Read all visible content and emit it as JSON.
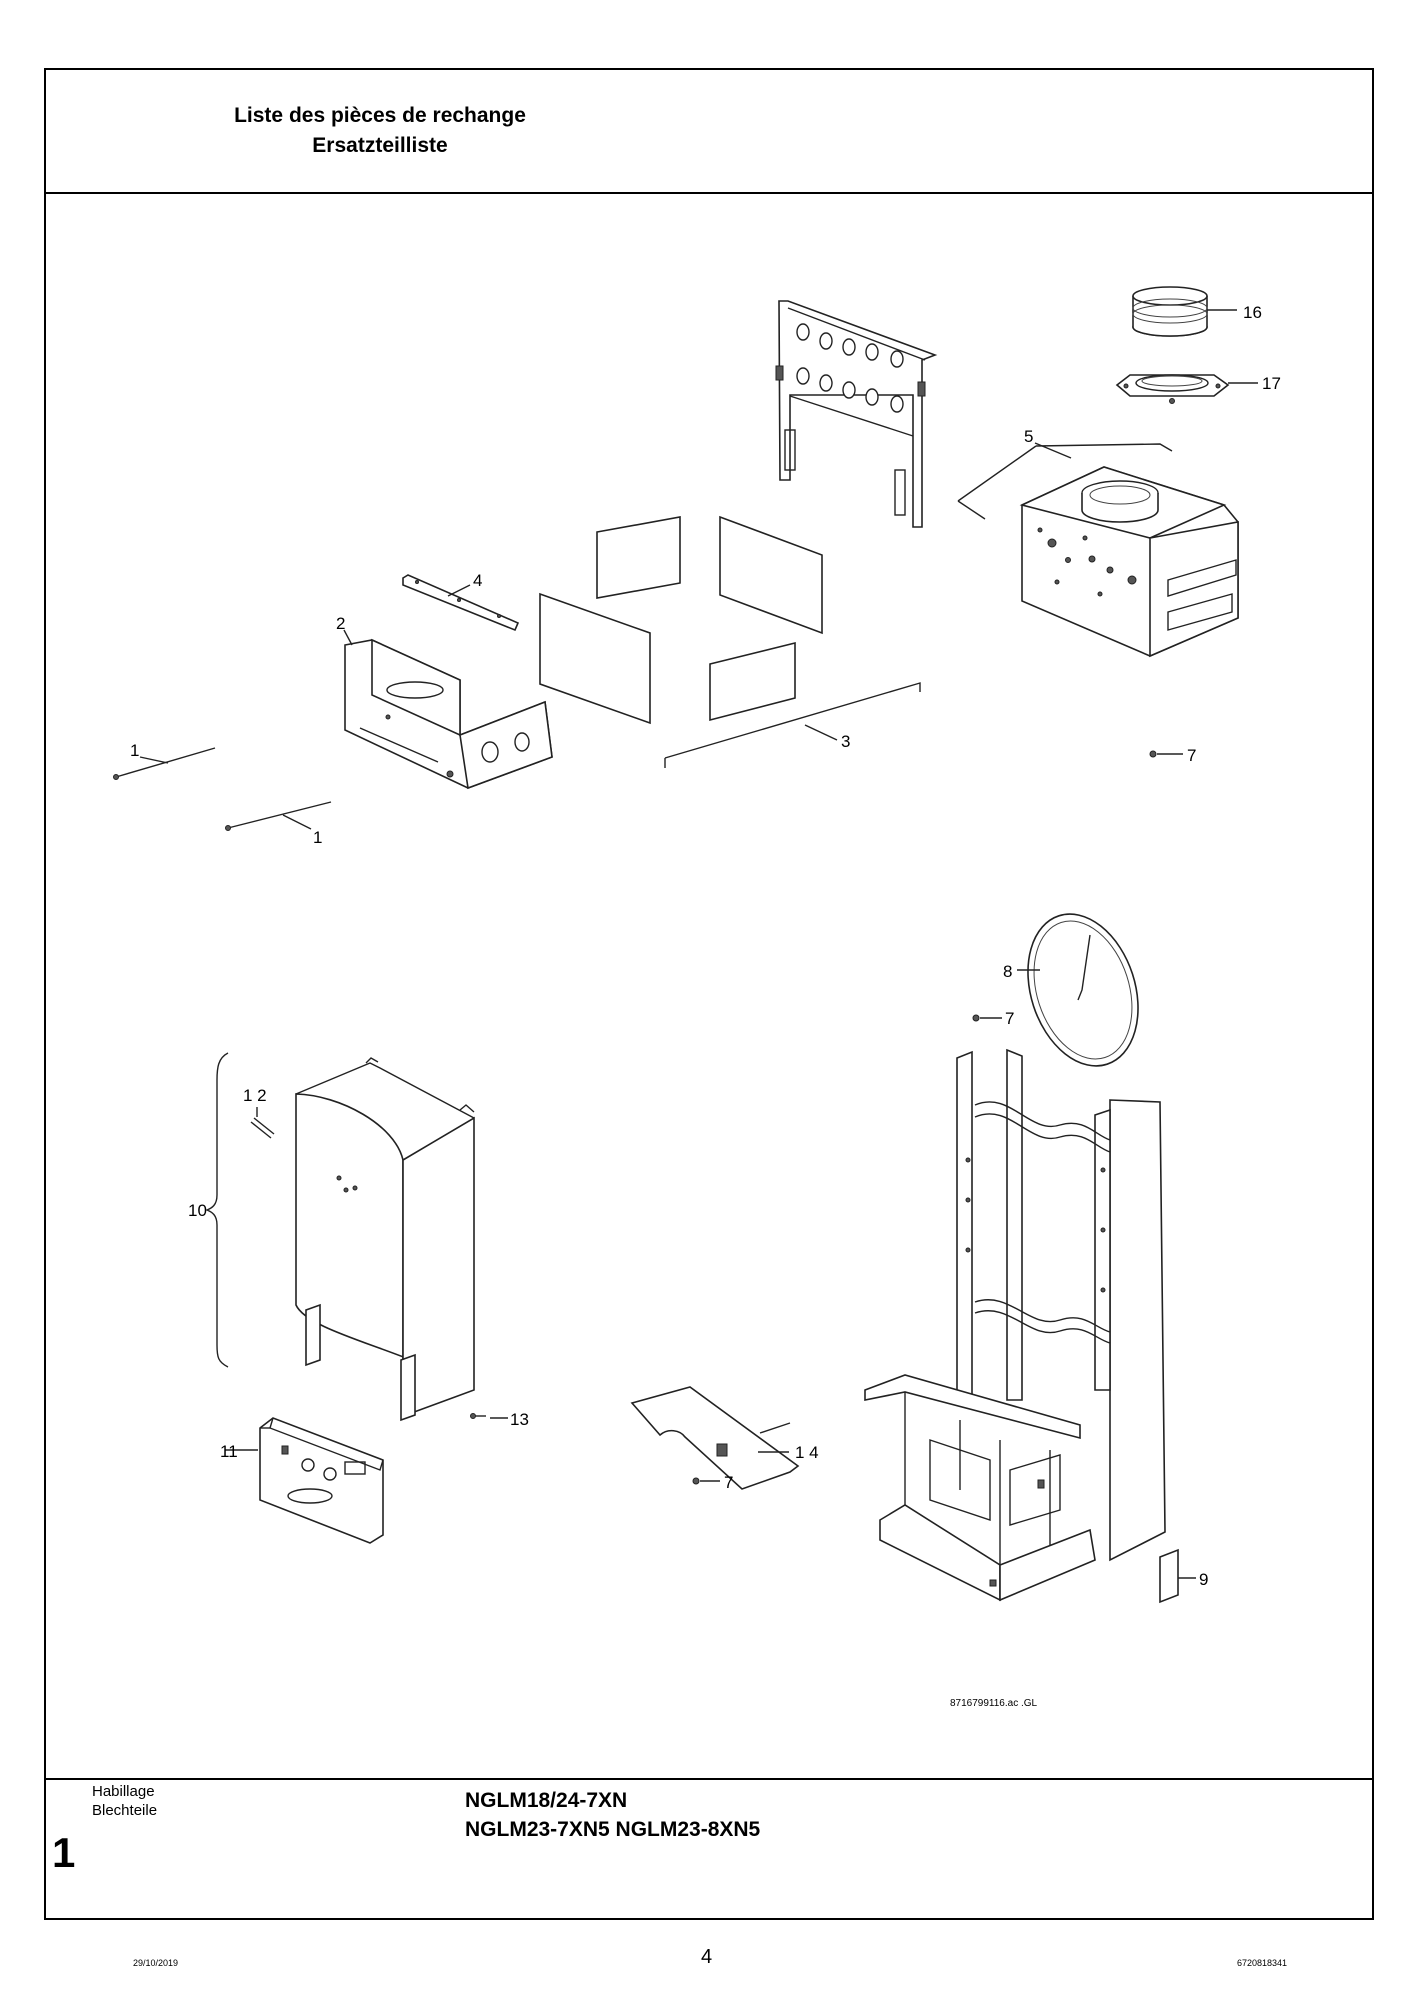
{
  "header": {
    "title_fr": "Liste des pièces de rechange",
    "title_de": "Ersatzteilliste"
  },
  "diagram": {
    "reference": "8716799116.ac  .GL",
    "callouts": {
      "c1a": "1",
      "c1b": "1",
      "c2": "2",
      "c3": "3",
      "c4": "4",
      "c5": "5",
      "c7a": "7",
      "c7b": "7",
      "c7c": "7",
      "c8": "8",
      "c9": "9",
      "c10": "10",
      "c11": "11",
      "c12": "1 2",
      "c13": "13",
      "c14": "1 4",
      "c16": "16",
      "c17": "17"
    }
  },
  "footer": {
    "section_number": "1",
    "section_fr": "Habillage",
    "section_de": "Blechteile",
    "models_line1": "NGLM18/24-7XN",
    "models_line2": "NGLM23-7XN5  NGLM23-8XN5",
    "date": "29/10/2019",
    "page": "4",
    "doc_number": "6720818341"
  }
}
